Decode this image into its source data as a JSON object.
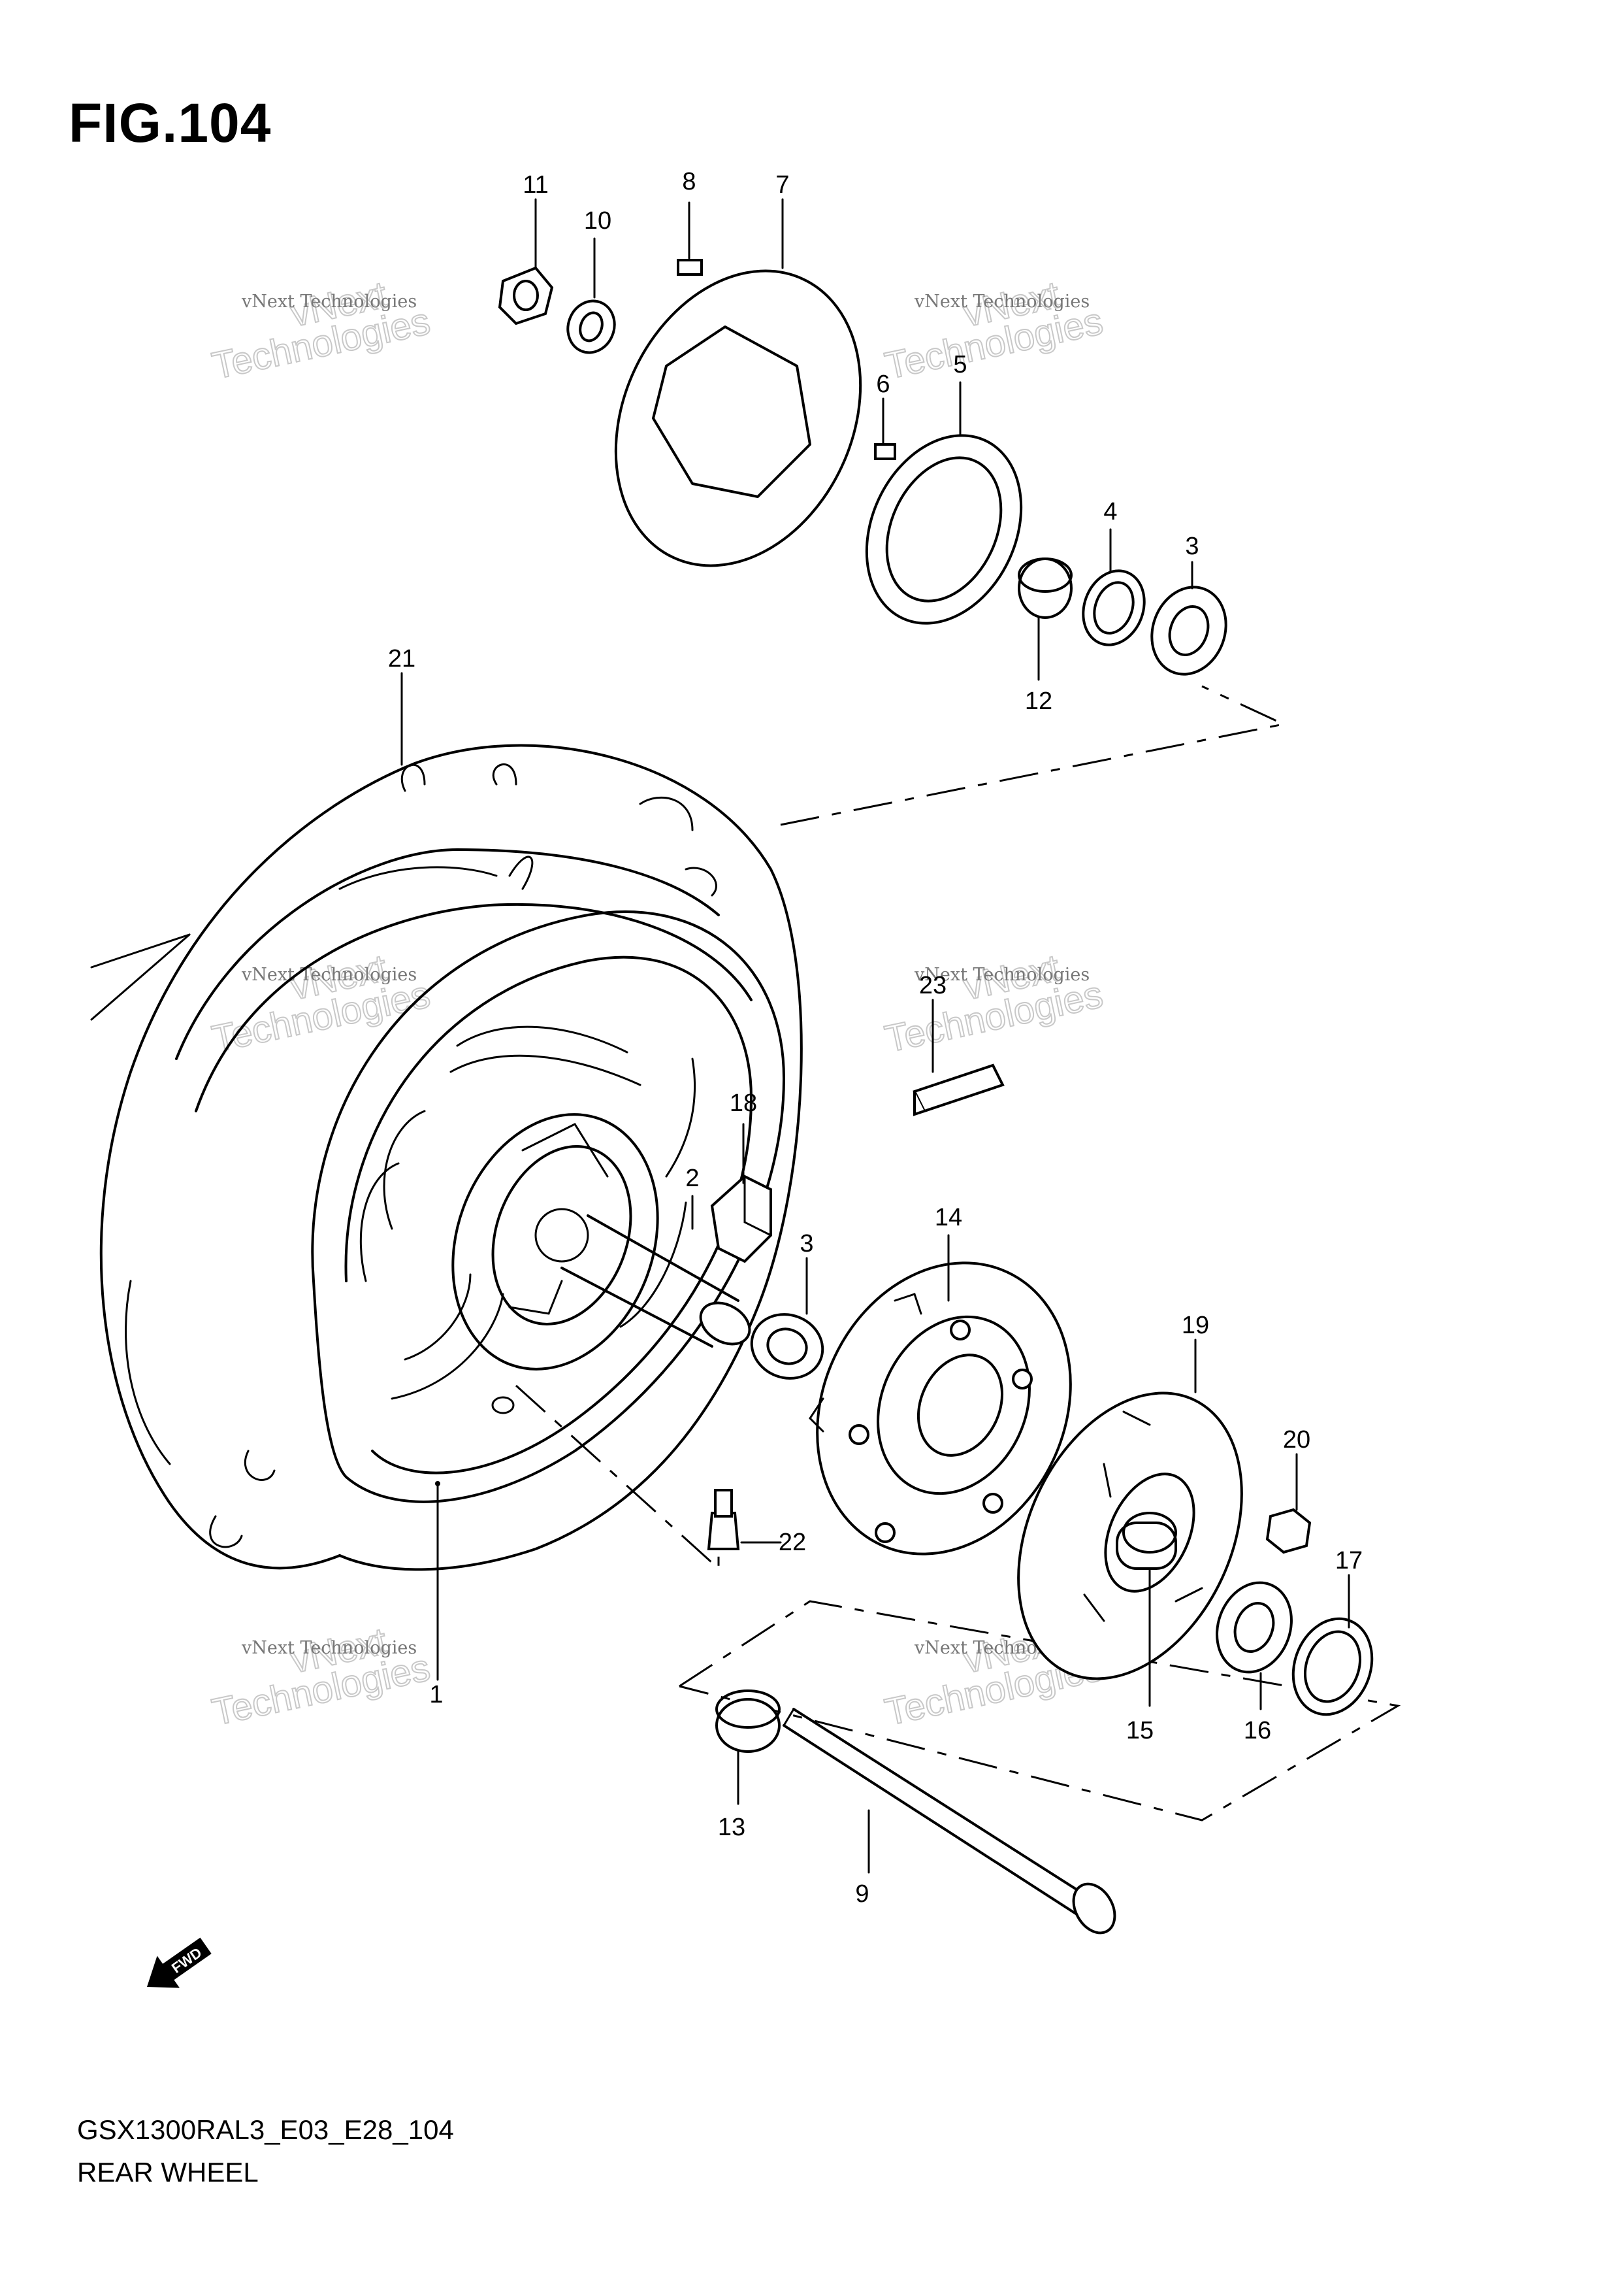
{
  "figure": {
    "title": "FIG.104",
    "model_code": "GSX1300RAL3_E03_E28_104",
    "section_name": "REAR WHEEL"
  },
  "watermark": {
    "line1": "vNext Technologies",
    "line2": "vNext",
    "line3": "Technologies"
  },
  "fwd_label": "FWD",
  "callouts": [
    {
      "id": "c1",
      "label": "1",
      "part": "rear-wheel-rim"
    },
    {
      "id": "c2",
      "label": "2",
      "part": "wheel-spacer"
    },
    {
      "id": "c3a",
      "label": "3",
      "part": "bearing-upper"
    },
    {
      "id": "c3b",
      "label": "3",
      "part": "bearing-lower"
    },
    {
      "id": "c4",
      "label": "4",
      "part": "oil-seal"
    },
    {
      "id": "c5",
      "label": "5",
      "part": "abs-sensor-ring"
    },
    {
      "id": "c6",
      "label": "6",
      "part": "ring-bolt"
    },
    {
      "id": "c7",
      "label": "7",
      "part": "brake-disc"
    },
    {
      "id": "c8",
      "label": "8",
      "part": "disc-bolt"
    },
    {
      "id": "c9",
      "label": "9",
      "part": "rear-axle"
    },
    {
      "id": "c10",
      "label": "10",
      "part": "washer"
    },
    {
      "id": "c11",
      "label": "11",
      "part": "axle-nut"
    },
    {
      "id": "c12",
      "label": "12",
      "part": "collar-brake-side"
    },
    {
      "id": "c13",
      "label": "13",
      "part": "collar-sprocket-side"
    },
    {
      "id": "c14",
      "label": "14",
      "part": "sprocket-mounting-drum"
    },
    {
      "id": "c15",
      "label": "15",
      "part": "drum-spacer"
    },
    {
      "id": "c16",
      "label": "16",
      "part": "drum-bearing"
    },
    {
      "id": "c17",
      "label": "17",
      "part": "drum-oil-seal"
    },
    {
      "id": "c18",
      "label": "18",
      "part": "cush-damper"
    },
    {
      "id": "c19",
      "label": "19",
      "part": "rear-sprocket"
    },
    {
      "id": "c20",
      "label": "20",
      "part": "sprocket-nut"
    },
    {
      "id": "c21",
      "label": "21",
      "part": "rear-tire"
    },
    {
      "id": "c22",
      "label": "22",
      "part": "valve"
    },
    {
      "id": "c23",
      "label": "23",
      "part": "balancer-weight"
    }
  ]
}
